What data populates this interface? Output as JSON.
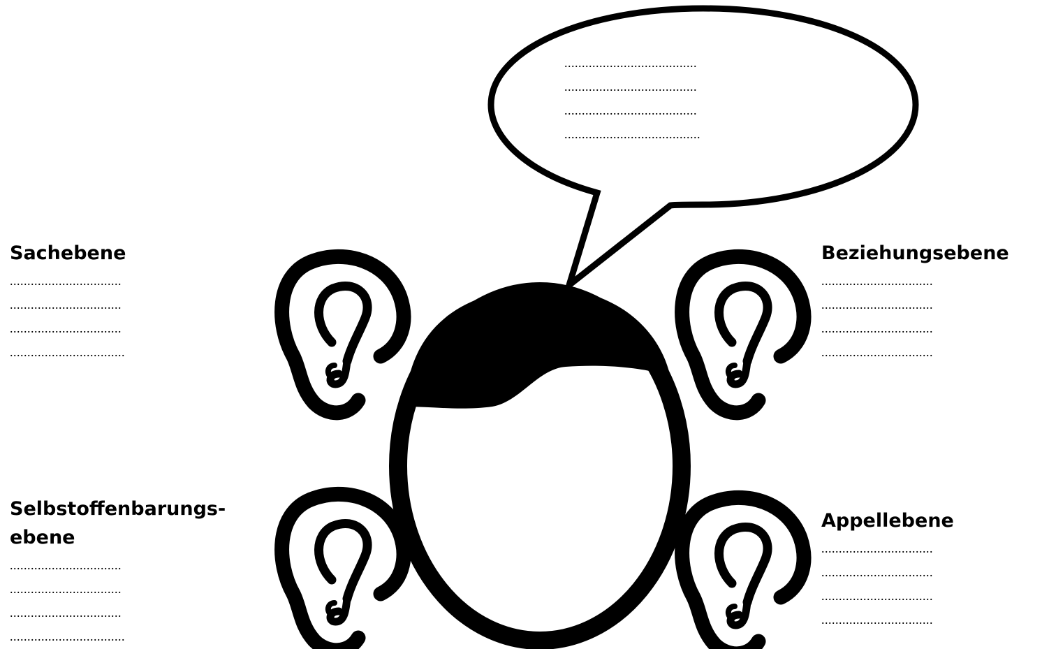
{
  "colors": {
    "ink": "#000000",
    "paper": "#ffffff"
  },
  "speech_bubble": {
    "lines": [
      "......................................",
      "......................................",
      "......................................",
      ".....................................​.."
    ]
  },
  "panels": {
    "sachebene": {
      "title": "Sachebene",
      "lines": [
        "................................",
        "................................",
        "................................",
        "................................."
      ]
    },
    "beziehungsebene": {
      "title": "Beziehungsebene",
      "lines": [
        "................................",
        "................................",
        "................................",
        "................................"
      ]
    },
    "selbstoffenbarungsebene": {
      "title_line1": "Selbstoffenbarungs-",
      "title_line2": "ebene",
      "lines": [
        "................................",
        "................................",
        "................................",
        "................................."
      ]
    },
    "appellebene": {
      "title": "Appellebene",
      "lines": [
        "................................",
        "................................",
        "................................",
        "................................"
      ]
    }
  },
  "icons": {
    "head": "head-icon",
    "hair": "hair-icon",
    "ears": [
      "ear-top-left-icon",
      "ear-top-right-icon",
      "ear-bottom-left-icon",
      "ear-bottom-right-icon"
    ]
  }
}
